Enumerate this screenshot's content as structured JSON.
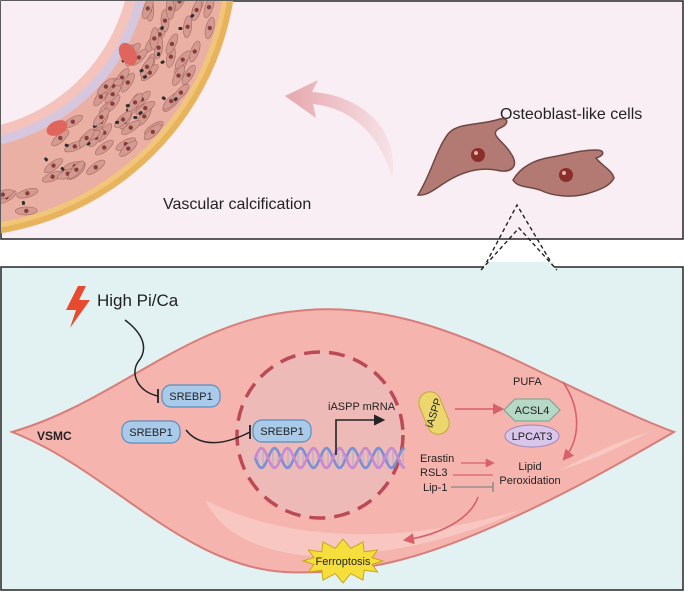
{
  "top_panel": {
    "calcification_label": "Vascular calcification",
    "osteoblast_label": "Osteoblast-like cells"
  },
  "bottom_panel": {
    "stimulus_label": "High Pi/Ca",
    "cell_label": "VSMC",
    "srebp1_a": "SREBP1",
    "srebp1_b": "SREBP1",
    "srebp1_nuclear": "SREBP1",
    "mrna_label": "iASPP mRNA",
    "iaspp_label": "iASPP",
    "pufa_label": "PUFA",
    "acsl4_label": "ACSL4",
    "lpcat3_label": "LPCAT3",
    "erastin_label": "Erastin",
    "rsl3_label": "RSL3",
    "lip1_label": "Lip-1",
    "lipid_label": "Lipid",
    "peroxidation_label": "Peroxidation",
    "ferroptosis_label": "Ferroptosis"
  },
  "colors": {
    "top_bg": "#f9eef3",
    "bottom_bg": "#e2f1f1",
    "cell_fill": "#f5b5ae",
    "cell_stroke": "#d87d78",
    "nucleus_fill": "#eebab7",
    "nucleus_stroke": "#bb4a55",
    "srebp_fill": "#a9cbe9",
    "srebp_stroke": "#5a8dbc",
    "iaspp_fill": "#ecd66e",
    "acsl4_fill": "#b6d8c6",
    "lpcat3_fill": "#d9c6ea",
    "ferroptosis_fill": "#f6de3c",
    "bolt": "#e84a2f",
    "arrow_red": "#d8606a"
  }
}
